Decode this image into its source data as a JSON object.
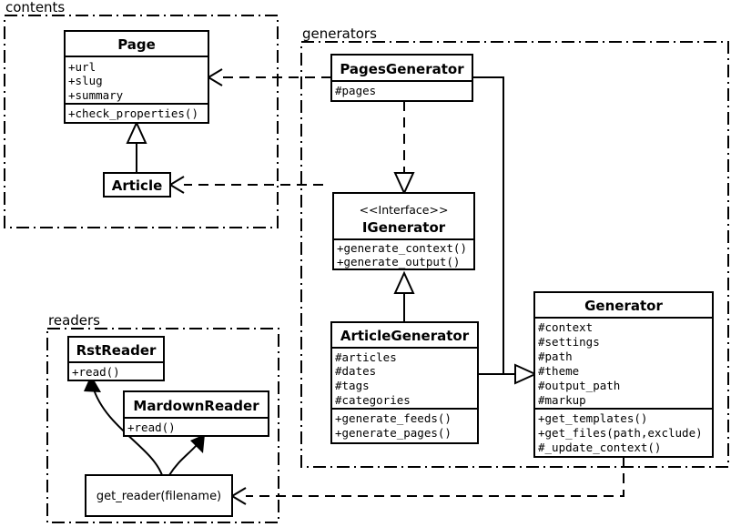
{
  "diagram": {
    "kind": "uml-class-diagram",
    "packages": [
      {
        "id": "contents",
        "label": "contents"
      },
      {
        "id": "generators",
        "label": "generators"
      },
      {
        "id": "readers",
        "label": "readers"
      }
    ],
    "classes": [
      {
        "id": "page",
        "name": "Page",
        "stereotype": "",
        "attributes": [
          "+url",
          "+slug",
          "+summary"
        ],
        "methods": [
          "+check_properties()"
        ]
      },
      {
        "id": "article",
        "name": "Article",
        "stereotype": "",
        "attributes": [],
        "methods": []
      },
      {
        "id": "pages_generator",
        "name": "PagesGenerator",
        "stereotype": "",
        "attributes": [
          "#pages"
        ],
        "methods": []
      },
      {
        "id": "igenerator",
        "name": "IGenerator",
        "stereotype": "<<Interface>>",
        "attributes": [],
        "methods": [
          "+generate_context()",
          "+generate_output()"
        ]
      },
      {
        "id": "article_generator",
        "name": "ArticleGenerator",
        "stereotype": "",
        "attributes": [
          "#articles",
          "#dates",
          "#tags",
          "#categories"
        ],
        "methods": [
          "+generate_feeds()",
          "+generate_pages()"
        ]
      },
      {
        "id": "generator",
        "name": "Generator",
        "stereotype": "",
        "attributes": [
          "#context",
          "#settings",
          "#path",
          "#theme",
          "#output_path",
          "#markup"
        ],
        "methods": [
          "+get_templates()",
          "+get_files(path,exclude)",
          "#_update_context()"
        ]
      },
      {
        "id": "rst_reader",
        "name": "RstReader",
        "stereotype": "",
        "attributes": [],
        "methods": [
          "+read()"
        ]
      },
      {
        "id": "mardown_reader",
        "name": "MardownReader",
        "stereotype": "",
        "attributes": [],
        "methods": [
          "+read()"
        ]
      }
    ],
    "functions": [
      {
        "id": "get_reader",
        "label": "get_reader(filename)"
      }
    ],
    "relations": [
      {
        "from": "article",
        "to": "page",
        "type": "generalization"
      },
      {
        "from": "pages_generator",
        "to": "igenerator",
        "type": "realization"
      },
      {
        "from": "article_generator",
        "to": "igenerator",
        "type": "generalization"
      },
      {
        "from": "pages_generator",
        "to": "generator",
        "type": "generalization"
      },
      {
        "from": "article_generator",
        "to": "generator",
        "type": "generalization"
      },
      {
        "from": "pages_generator",
        "to": "page",
        "type": "dependency"
      },
      {
        "from": "article_generator",
        "to": "article",
        "type": "dependency"
      },
      {
        "from": "generator",
        "to": "get_reader",
        "type": "dependency"
      },
      {
        "from": "get_reader",
        "to": "rst_reader",
        "type": "call"
      },
      {
        "from": "get_reader",
        "to": "mardown_reader",
        "type": "call"
      }
    ],
    "colors": {
      "stroke": "#000000",
      "fill": "#ffffff",
      "background": "#ffffff"
    }
  }
}
